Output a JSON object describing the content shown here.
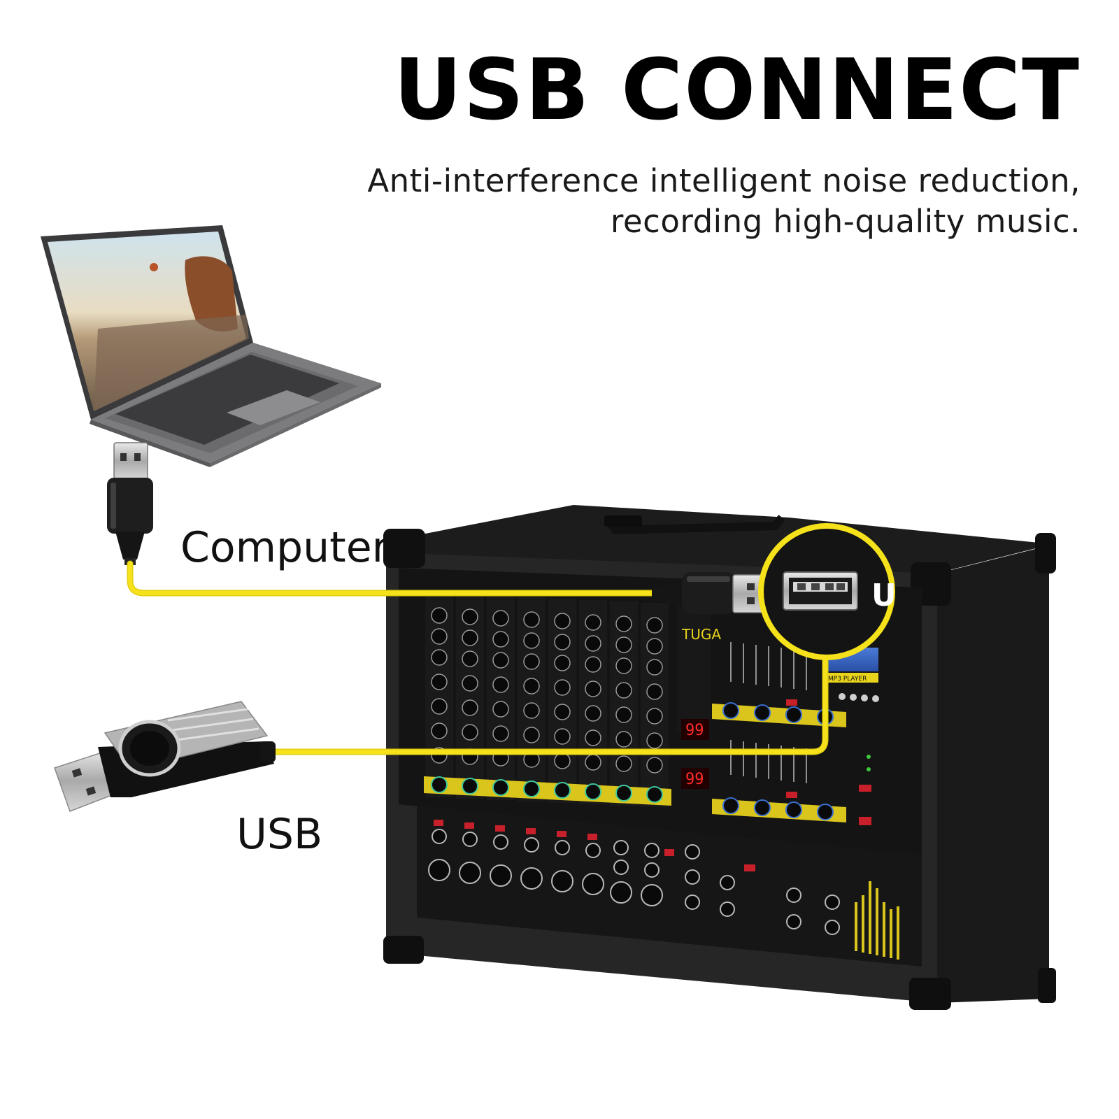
{
  "header": {
    "title": "USB CONNECT",
    "subtitle_line1": "Anti-interference intelligent noise reduction,",
    "subtitle_line2": "recording high-quality music."
  },
  "labels": {
    "computer": "Computer",
    "usb": "USB"
  },
  "mixer": {
    "brand": "TUGA",
    "display_value": "99",
    "mp3_label": "MP3 PLAYER",
    "port_letter": "U"
  },
  "icons": {
    "laptop": "laptop-icon",
    "usb_cable_plug": "usb-plug-icon",
    "flash_drive": "usb-flash-drive-icon",
    "mixer": "audio-mixer-amplifier",
    "usb_port": "usb-port-icon"
  },
  "colors": {
    "cable": "#f5e21a",
    "mixer_body": "#2a2a2a",
    "panel_accent": "#e8d41c"
  }
}
